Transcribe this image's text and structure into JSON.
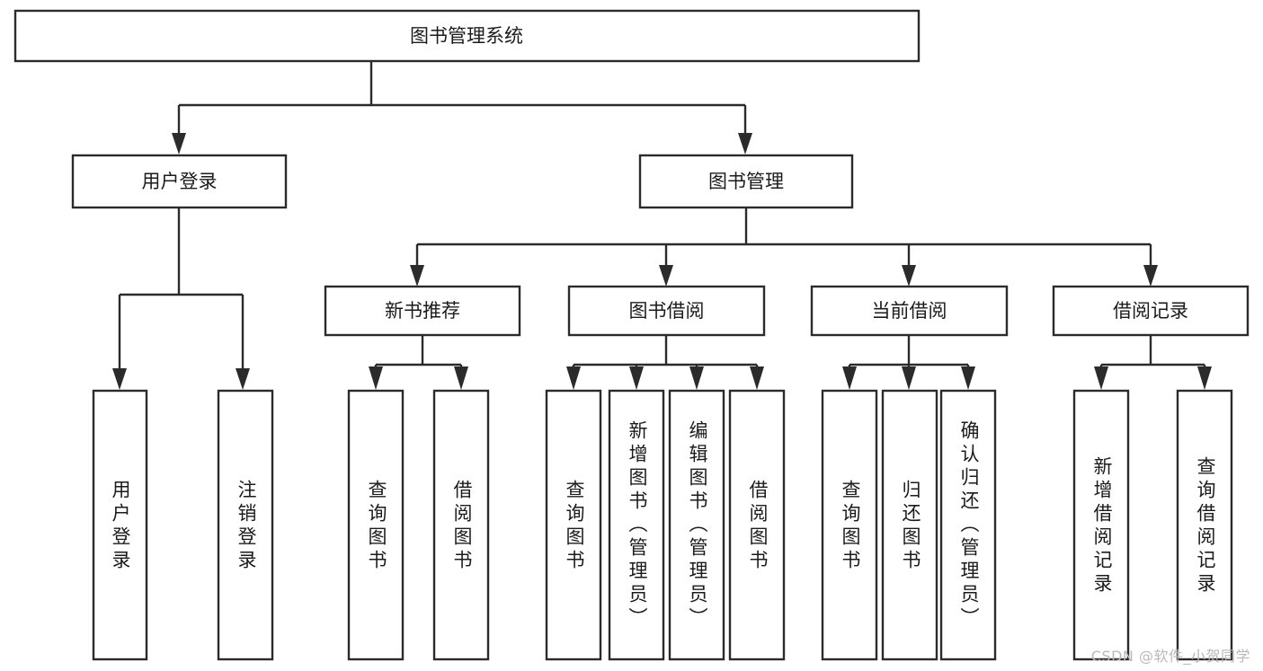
{
  "diagram": {
    "type": "tree-hierarchy",
    "title": "图书管理系统",
    "root": {
      "label": "图书管理系统"
    },
    "level2": [
      {
        "label": "用户登录"
      },
      {
        "label": "图书管理"
      }
    ],
    "level3": [
      {
        "label": "新书推荐"
      },
      {
        "label": "图书借阅"
      },
      {
        "label": "当前借阅"
      },
      {
        "label": "借阅记录"
      }
    ],
    "leaves": {
      "user_login": [
        {
          "label": "用户登录"
        },
        {
          "label": "注销登录"
        }
      ],
      "new_book_recommend": [
        {
          "label": "查询图书"
        },
        {
          "label": "借阅图书"
        }
      ],
      "book_borrow": [
        {
          "label": "查询图书"
        },
        {
          "label": "新增图书（管理员）"
        },
        {
          "label": "编辑图书（管理员）"
        },
        {
          "label": "借阅图书"
        }
      ],
      "current_borrow": [
        {
          "label": "查询图书"
        },
        {
          "label": "归还图书"
        },
        {
          "label": "确认归还（管理员）"
        }
      ],
      "borrow_records": [
        {
          "label": "新增借阅记录"
        },
        {
          "label": "查询借阅记录"
        }
      ]
    },
    "colors": {
      "box_stroke": "#2b2b2b",
      "box_fill": "#ffffff",
      "text": "#1b1b1b",
      "watermark": "#b9b9b9",
      "background": "#ffffff"
    }
  },
  "watermark": {
    "text": "CSDN @软件_小贺同学"
  }
}
